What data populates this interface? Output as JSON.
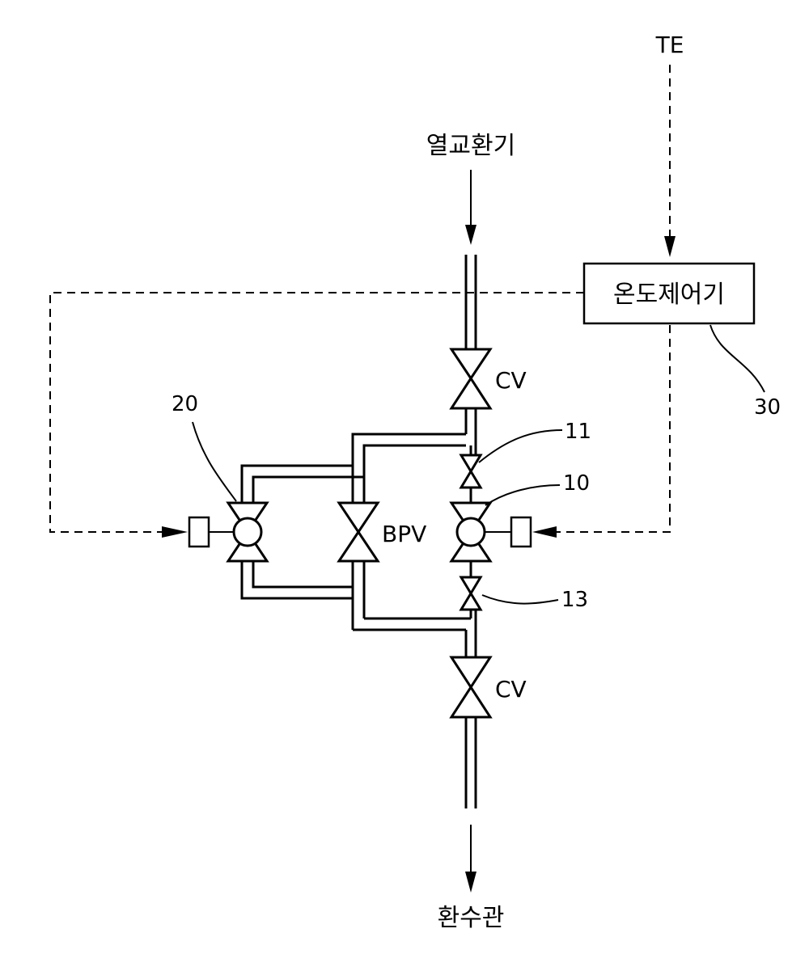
{
  "labels": {
    "top_label": "TE",
    "heat_exchanger": "열교환기",
    "controller": "온도제어기",
    "return_pipe": "환수관",
    "cv_top": "CV",
    "cv_bottom": "CV",
    "bpv": "BPV",
    "ref_10": "10",
    "ref_11": "11",
    "ref_13": "13",
    "ref_20": "20",
    "ref_30": "30"
  }
}
